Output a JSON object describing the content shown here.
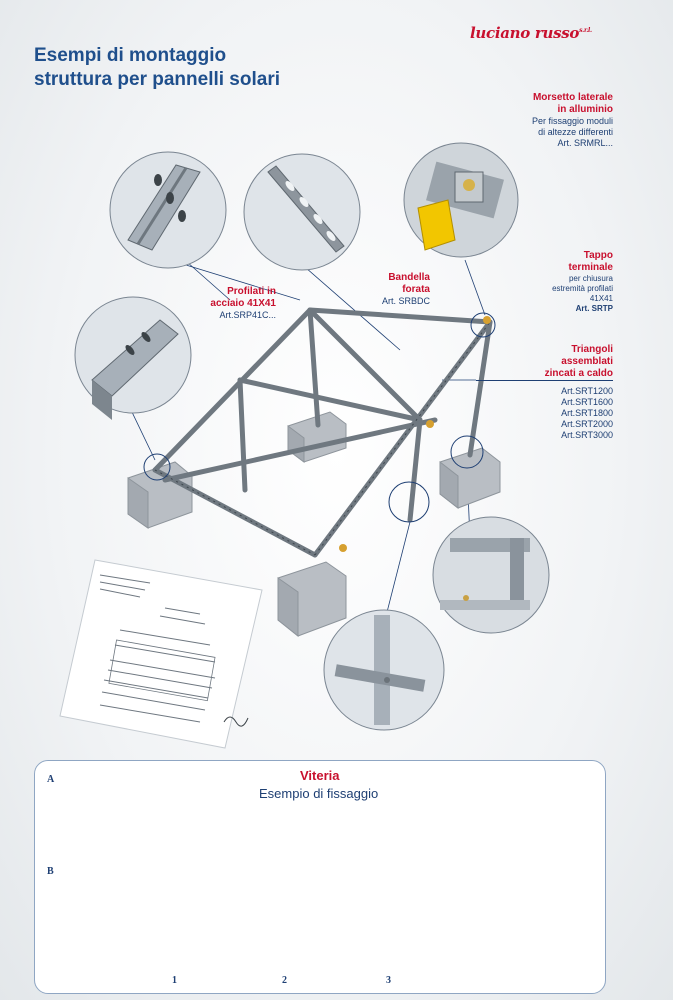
{
  "brand": {
    "name": "luciano russo",
    "suffix": "s.r.l."
  },
  "title": {
    "line1": "Esempi di montaggio",
    "line2": "struttura per pannelli solari"
  },
  "callouts": {
    "morsetto": {
      "line1": "Morsetto laterale",
      "line2": "in alluminio",
      "line3": "Per fissaggio moduli",
      "line4": "di altezze differenti",
      "art": "Art. SRMRL..."
    },
    "tappo": {
      "line1": "Tappo",
      "line2": "terminale",
      "line3": "per chiusura",
      "line4": "estremità profilati",
      "line5": "41X41",
      "art": "Art. SRTP"
    },
    "triangoli": {
      "line1": "Triangoli",
      "line2": "assemblati",
      "line3": "zincati a caldo",
      "arts": [
        "Art.SRT1200",
        "Art.SRT1600",
        "Art.SRT1800",
        "Art.SRT2000",
        "Art.SRT3000"
      ]
    },
    "bandella": {
      "line1": "Bandella",
      "line2": "forata",
      "art": "Art. SRBDC"
    },
    "profilati": {
      "line1": "Profilati in",
      "line2": "acciaio 41X41",
      "art": "Art.SRP41C..."
    }
  },
  "viteria": {
    "title": "Viteria",
    "subtitle": "Esempio di fissaggio"
  },
  "steps": {
    "a": "A",
    "b": "B",
    "n1": "1",
    "n2": "2",
    "n3": "3"
  },
  "colors": {
    "accent": "#c8102e",
    "primary": "#1e3f73",
    "steel": "#8a939c",
    "block": "#b9bec4"
  }
}
